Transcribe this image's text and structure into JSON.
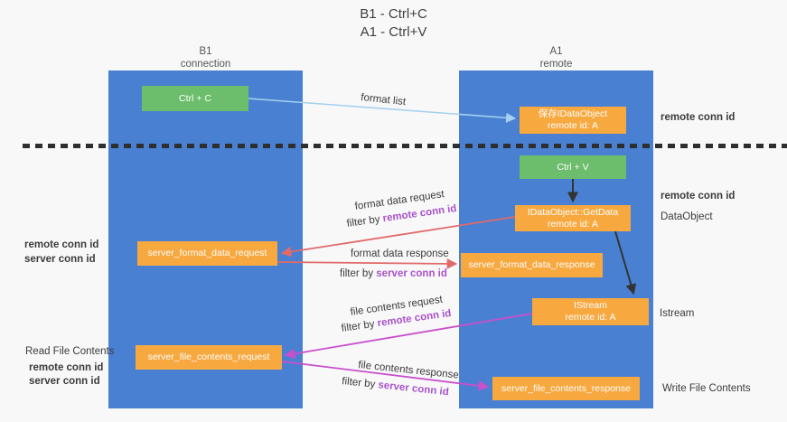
{
  "title": {
    "line1": "B1 - Ctrl+C",
    "line2": "A1 - Ctrl+V"
  },
  "columns": {
    "left": {
      "name": "B1",
      "subtitle": "connection"
    },
    "right": {
      "name": "A1",
      "subtitle": "remote"
    }
  },
  "nodes": {
    "ctrl_c": "Ctrl + C",
    "save_idataobject": {
      "line1": "保存IDataObject",
      "line2": "remote id: A"
    },
    "ctrl_v": "Ctrl + V",
    "getdata": {
      "line1": "IDataObject::GetData",
      "line2": "remote id: A"
    },
    "server_format_data_request": "server_format_data_request",
    "server_format_data_response": "server_format_data_response",
    "istream": {
      "line1": "IStream",
      "line2": "remote id: A"
    },
    "server_file_contents_request": "server_file_contents_request",
    "server_file_contents_response": "server_file_contents_response"
  },
  "edge_labels": {
    "format_list": "format list",
    "format_data_request": "format data request",
    "format_data_response": "format data response",
    "file_contents_request": "file contents request",
    "file_contents_response": "file contents response",
    "filter_by": "filter by",
    "remote_conn_id": "remote conn id",
    "server_conn_id": "server conn id"
  },
  "side_labels": {
    "remote_conn_id": "remote conn id",
    "server_conn_id": "server conn id",
    "dataobject": "DataObject",
    "istream": "Istream",
    "read_file_contents": "Read File Contents",
    "write_file_contents": "Write File Contents"
  },
  "colors": {
    "lane_blue": "#4a80d2",
    "node_green": "#6dbe6c",
    "node_orange": "#f7a83f",
    "label_purple": "#a953c9",
    "label_green": "#53b157",
    "arrow_red": "#e06a6a",
    "arrow_magenta": "#c94fcb",
    "arrow_lightblue": "#a5d1ef",
    "arrow_black": "#333333",
    "dash_line": "#2e2e2e"
  }
}
